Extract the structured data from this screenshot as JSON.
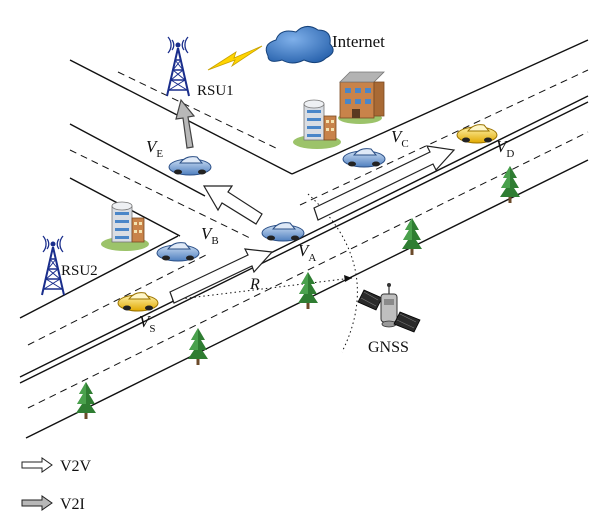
{
  "labels": {
    "internet": "Internet",
    "rsu1": "RSU1",
    "rsu2": "RSU2",
    "ve": {
      "base": "V",
      "sub": "E"
    },
    "vc": {
      "base": "V",
      "sub": "C"
    },
    "vd": {
      "base": "V",
      "sub": "D"
    },
    "vb": {
      "base": "V",
      "sub": "B"
    },
    "va": {
      "base": "V",
      "sub": "A"
    },
    "vs": {
      "base": "V",
      "sub": "S"
    },
    "r": "R",
    "gnss": "GNSS"
  },
  "legend": [
    {
      "label": "V2V",
      "style": "outline"
    },
    {
      "label": "V2I",
      "style": "filled"
    }
  ],
  "colors": {
    "road": "#111111",
    "cloud": "#2f6fbf",
    "lightning": "#ffd400",
    "tower": "#1a2e8c",
    "car_blue": "#7aa6d8",
    "car_yellow": "#f2c230",
    "tree": "#2f7d32",
    "v2i_arrow": "#b8b8b8"
  }
}
